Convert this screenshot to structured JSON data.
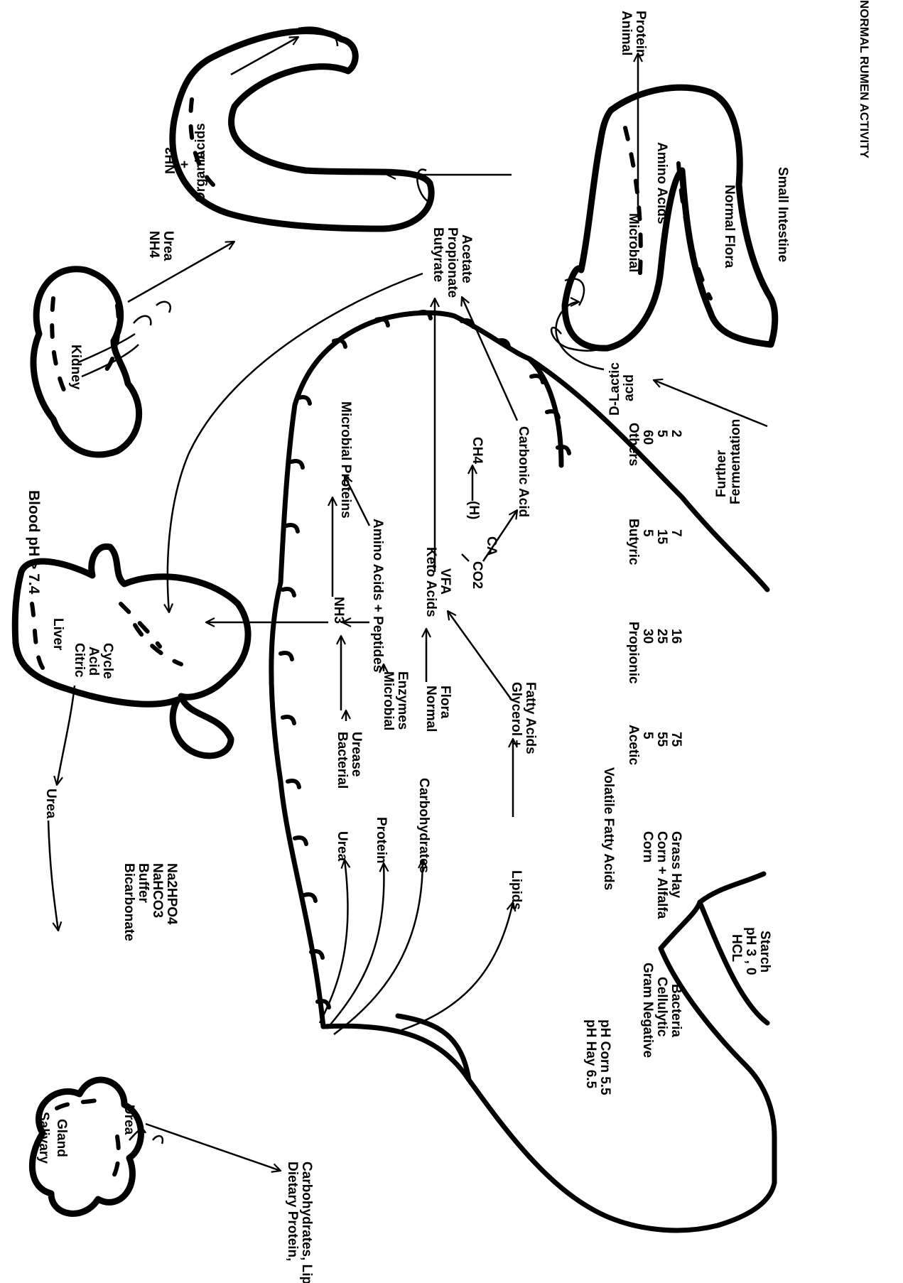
{
  "title": "NORMAL RUMEN ACTIVITY",
  "blood_ph": "Blood pH > 7.4",
  "organs": {
    "salivary_gland": [
      "Salivary",
      "Gland"
    ],
    "liver": [
      "Liver"
    ],
    "citric_acid_cycle": [
      "Citric",
      "Acid",
      "Cycle"
    ],
    "kidney": "Kidney",
    "small_intestine": "Small Intestine",
    "normal_flora": "Normal Flora"
  },
  "saliva": {
    "urea": "Urea",
    "buffer": [
      "Bicarbonate",
      "Buffer",
      "NaHCO3",
      "Na2HPO4"
    ]
  },
  "liver_urea": "Urea",
  "kidney_outputs": [
    "NH4",
    "Urea"
  ],
  "colon": [
    "NH3",
    "+",
    "Organic",
    "Acids"
  ],
  "intestine": [
    "Microbial",
    "Amino Acids",
    "Animal",
    "Protein"
  ],
  "dietary": [
    "Dietary Protein,",
    "Carbohydrates, Lipids"
  ],
  "inputs": {
    "urea": "Urea",
    "protein": "Protein",
    "carbohydrates": "Carbohydrates",
    "lipids": "Lipids"
  },
  "processes": {
    "bacterial": "Bacterial",
    "urease": "Urease",
    "microbial": "Microbial",
    "enzymes": "Enzymes",
    "normal": "Normal",
    "flora": "Flora",
    "glycerol": [
      "Glycerol +",
      "Fatty Acids"
    ]
  },
  "products": {
    "nh3": "NH3",
    "amino_peptides": "Amino Acids + Peptides",
    "microbial_proteins": "Microbial Proteins",
    "keto_acids": "Keto Acids",
    "vfa": "VFA",
    "co2": "CO2",
    "ca": "CA",
    "h": "(H)",
    "ch4": "CH4",
    "carbonic_acid": "Carbonic Acid",
    "butyrate": "Butyrate",
    "propionate": "Propionate",
    "acetate": "Acetate"
  },
  "further_fermentation": [
    "Further",
    "Fermentation"
  ],
  "d_lactic": [
    "D-Lactic",
    "acid"
  ],
  "ph_notes": [
    "pH Hay 6.5",
    "pH Corn 5.5"
  ],
  "bacteria": [
    "Gram Negative",
    "Cellulytic",
    "Bacteria"
  ],
  "abomasum": [
    "HCL",
    "pH 3 , 0",
    "Starch"
  ],
  "vfa_table": {
    "title": "Volatile Fatty Acids",
    "columns": [
      "",
      "Acetic",
      "Propionic",
      "Butyric",
      "Others"
    ],
    "rows": [
      [
        "Corn",
        "5",
        "30",
        "5",
        "60"
      ],
      [
        "Corn + Alfalfa",
        "55",
        "25",
        "15",
        "5"
      ],
      [
        "Grass Hay",
        "75",
        "16",
        "7",
        "2"
      ]
    ]
  }
}
